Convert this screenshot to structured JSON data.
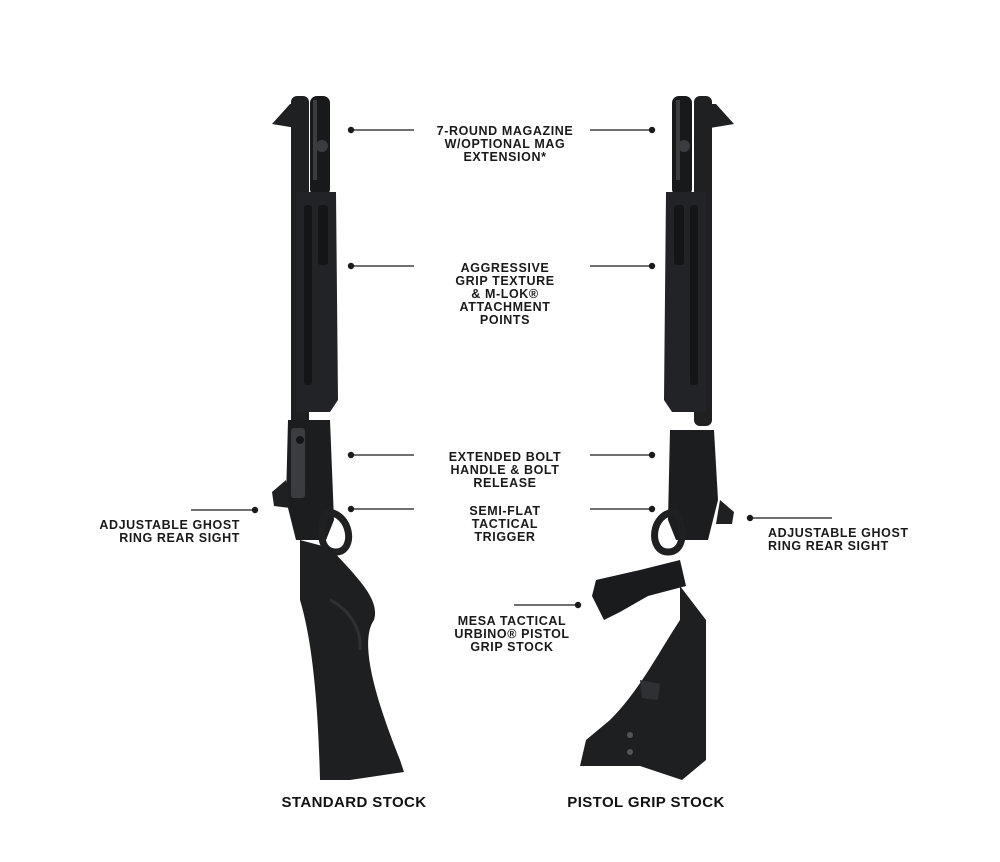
{
  "callouts": {
    "magazine": "7-ROUND MAGAZINE\nW/OPTIONAL MAG\nEXTENSION*",
    "grip_texture": "AGGRESSIVE\nGRIP TEXTURE\n& M-LOK®\nATTACHMENT\nPOINTS",
    "bolt": "EXTENDED BOLT\nHANDLE & BOLT\nRELEASE",
    "trigger": "SEMI-FLAT\nTACTICAL\nTRIGGER",
    "pistol_grip_stock": "MESA TACTICAL\nURBINO® PISTOL\nGRIP STOCK",
    "rear_sight_left": "ADJUSTABLE GHOST\nRING REAR SIGHT",
    "rear_sight_right": "ADJUSTABLE GHOST\nRING REAR SIGHT"
  },
  "captions": {
    "left": "STANDARD STOCK",
    "right": "PISTOL GRIP STOCK"
  },
  "colors": {
    "gun": "#1f2022",
    "gun_dark": "#121314",
    "gun_highlight": "#3a3c40",
    "leader": "#1a1a1a"
  }
}
